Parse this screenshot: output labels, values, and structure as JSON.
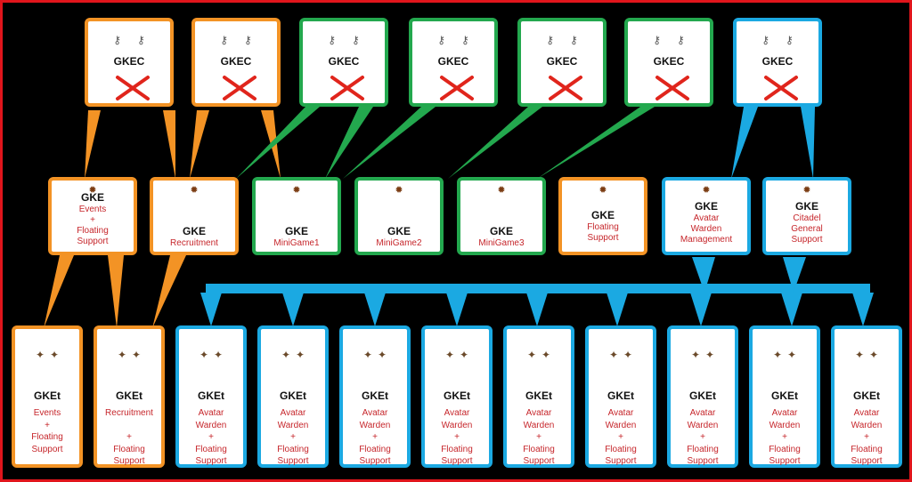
{
  "colors": {
    "frame": "#e0151c",
    "background": "#000000",
    "orange": "#f39325",
    "green": "#23a84e",
    "blue": "#1ba9e2",
    "subtitle": "#c6262b",
    "cross": "#e0251c"
  },
  "icons": {
    "top": "key-icon",
    "mid": "gear-icon",
    "bottom": "shuriken-icon"
  },
  "top_row": [
    {
      "title": "GKEC",
      "color": "orange"
    },
    {
      "title": "GKEC",
      "color": "orange"
    },
    {
      "title": "GKEC",
      "color": "green"
    },
    {
      "title": "GKEC",
      "color": "green"
    },
    {
      "title": "GKEC",
      "color": "green"
    },
    {
      "title": "GKEC",
      "color": "green"
    },
    {
      "title": "GKEC",
      "color": "blue"
    }
  ],
  "middle_row": [
    {
      "title": "GKE",
      "subtitle": [
        "Events",
        "+",
        "Floating",
        "Support"
      ],
      "color": "orange"
    },
    {
      "title": "GKE",
      "subtitle": [
        "Recruitment"
      ],
      "color": "orange"
    },
    {
      "title": "GKE",
      "subtitle": [
        "MiniGame1"
      ],
      "color": "green"
    },
    {
      "title": "GKE",
      "subtitle": [
        "MiniGame2"
      ],
      "color": "green"
    },
    {
      "title": "GKE",
      "subtitle": [
        "MiniGame3"
      ],
      "color": "green"
    },
    {
      "title": "GKE",
      "subtitle": [
        "Floating",
        "Support"
      ],
      "color": "orange"
    },
    {
      "title": "GKE",
      "subtitle": [
        "Avatar",
        "Warden",
        "Management"
      ],
      "color": "blue"
    },
    {
      "title": "GKE",
      "subtitle": [
        "Citadel",
        "General",
        "Support"
      ],
      "color": "blue"
    }
  ],
  "bottom_row": [
    {
      "title": "GKEt",
      "subtitle": [
        "Events",
        "+",
        "Floating",
        "Support"
      ],
      "color": "orange"
    },
    {
      "title": "GKEt",
      "subtitle": [
        "Recruitment",
        "",
        "+",
        "Floating",
        "Support"
      ],
      "color": "orange"
    },
    {
      "title": "GKEt",
      "subtitle": [
        "Avatar",
        "Warden",
        "+",
        "Floating",
        "Support"
      ],
      "color": "blue"
    },
    {
      "title": "GKEt",
      "subtitle": [
        "Avatar",
        "Warden",
        "+",
        "Floating",
        "Support"
      ],
      "color": "blue"
    },
    {
      "title": "GKEt",
      "subtitle": [
        "Avatar",
        "Warden",
        "+",
        "Floating",
        "Support"
      ],
      "color": "blue"
    },
    {
      "title": "GKEt",
      "subtitle": [
        "Avatar",
        "Warden",
        "+",
        "Floating",
        "Support"
      ],
      "color": "blue"
    },
    {
      "title": "GKEt",
      "subtitle": [
        "Avatar",
        "Warden",
        "+",
        "Floating",
        "Support"
      ],
      "color": "blue"
    },
    {
      "title": "GKEt",
      "subtitle": [
        "Avatar",
        "Warden",
        "+",
        "Floating",
        "Support"
      ],
      "color": "blue"
    },
    {
      "title": "GKEt",
      "subtitle": [
        "Avatar",
        "Warden",
        "+",
        "Floating",
        "Support"
      ],
      "color": "blue"
    },
    {
      "title": "GKEt",
      "subtitle": [
        "Avatar",
        "Warden",
        "+",
        "Floating",
        "Support"
      ],
      "color": "blue"
    },
    {
      "title": "GKEt",
      "subtitle": [
        "Avatar",
        "Warden",
        "+",
        "Floating",
        "Support"
      ],
      "color": "blue"
    }
  ]
}
